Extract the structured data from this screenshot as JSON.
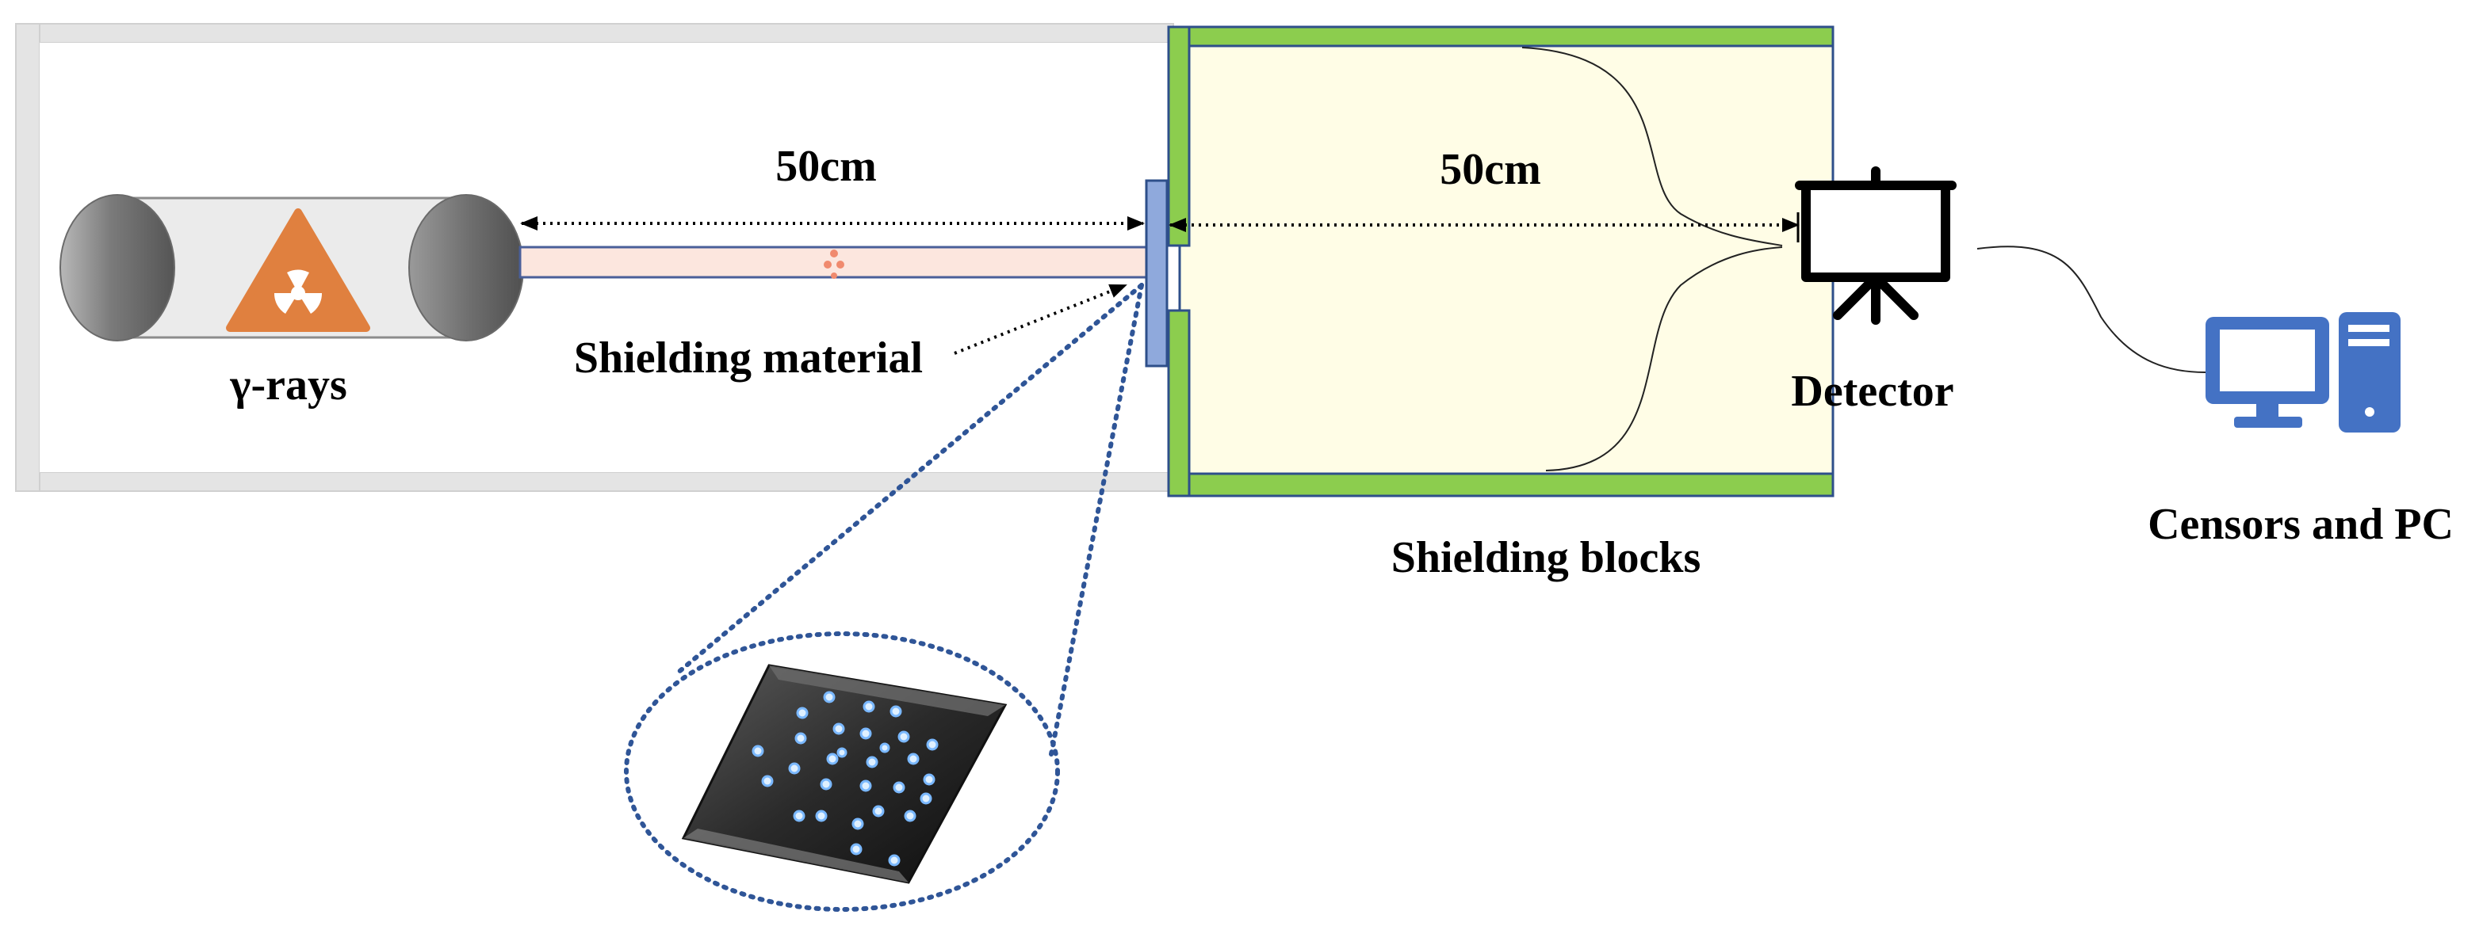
{
  "labels": {
    "source": "γ-rays",
    "distance_source_to_sample": "50cm",
    "distance_sample_to_detector": "50cm",
    "shielding_material": "Shielding material",
    "shielding_blocks": "Shielding blocks",
    "detector": "Detector",
    "pc": "Censors and PC"
  },
  "icons": {
    "radiation": "radiation-hazard-icon",
    "detector": "detector-easel-icon",
    "computer": "desktop-computer-icon"
  },
  "colors": {
    "shield_green": "#8ccd4e",
    "chamber_fill": "#fffde6",
    "beam_fill": "#fce6de",
    "radiation_orange": "#e0803f",
    "computer_blue": "#4472c4",
    "sample_blue": "#8fa9dc",
    "dotted_blue": "#2f5597"
  }
}
